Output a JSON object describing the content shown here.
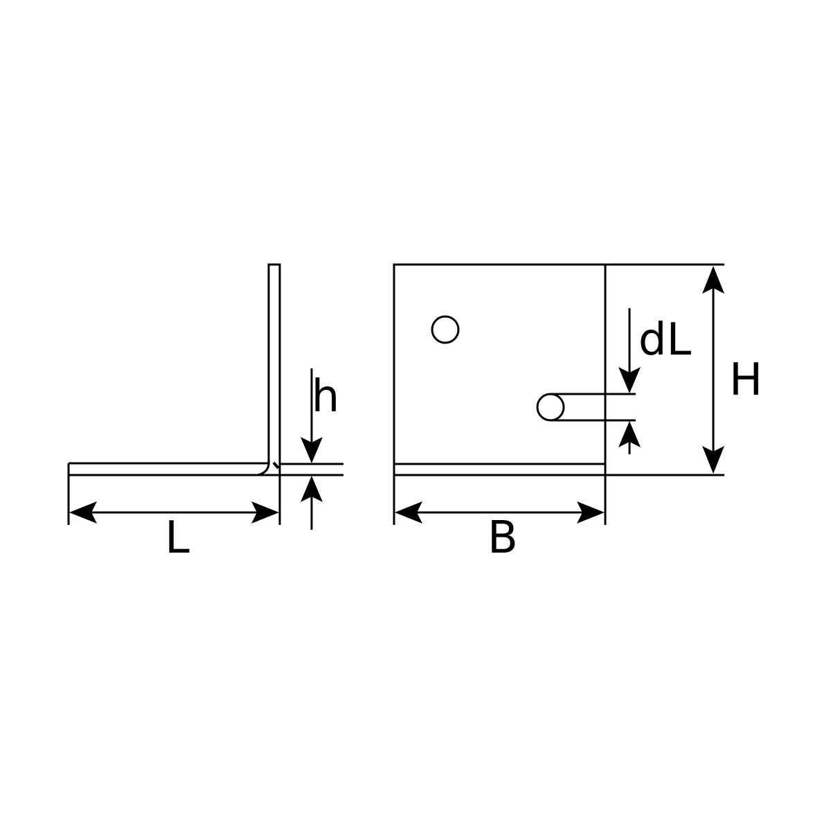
{
  "diagram": {
    "labels": {
      "L": "L",
      "h": "h",
      "B": "B",
      "dL": "dL",
      "H": "H"
    },
    "colors": {
      "line": "#000000",
      "background": "#ffffff"
    }
  }
}
